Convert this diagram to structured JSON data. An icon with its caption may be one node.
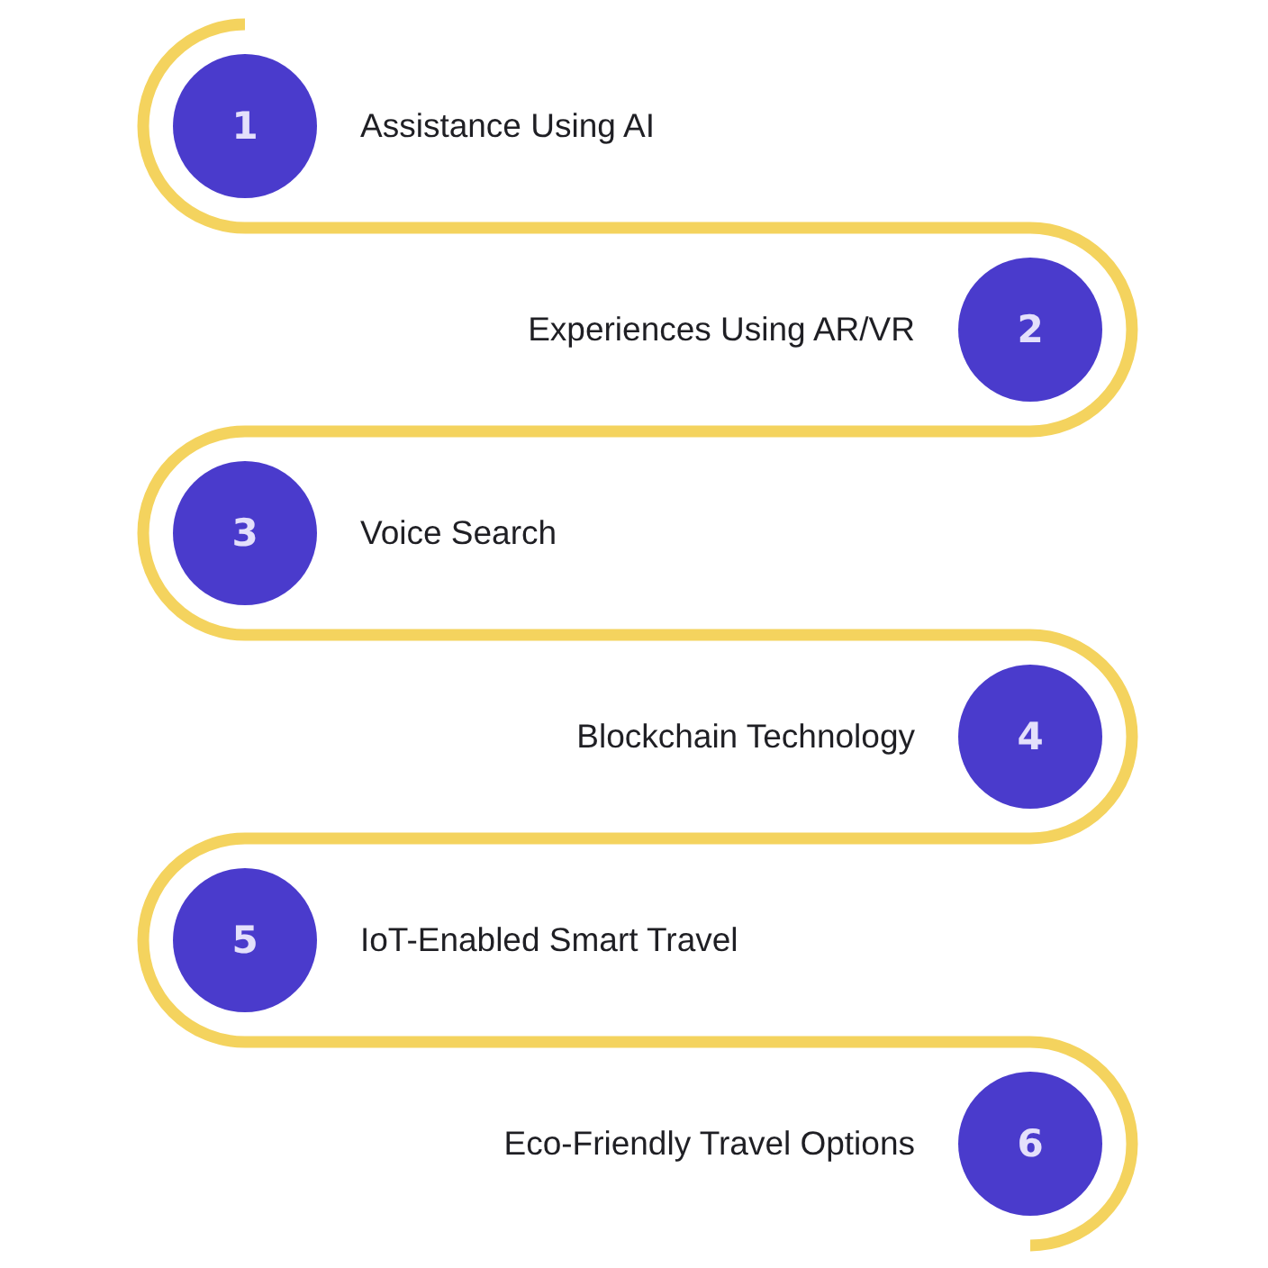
{
  "diagram": {
    "nodes": [
      {
        "text": [
          "1"
        ],
        "beside": [
          "Assistance Using AI"
        ]
      },
      {
        "text": [
          "2"
        ],
        "beside": [
          "Experiences Using AR/VR"
        ]
      },
      {
        "text": [
          "3"
        ],
        "beside": [
          "Voice Search"
        ]
      },
      {
        "text": [
          "4"
        ],
        "beside": [
          "Blockchain Technology"
        ]
      },
      {
        "text": [
          "5"
        ],
        "beside": [
          "IoT-Enabled Smart Travel"
        ]
      },
      {
        "text": [
          "6"
        ],
        "beside": [
          "Eco-Friendly Travel Options"
        ]
      }
    ]
  }
}
